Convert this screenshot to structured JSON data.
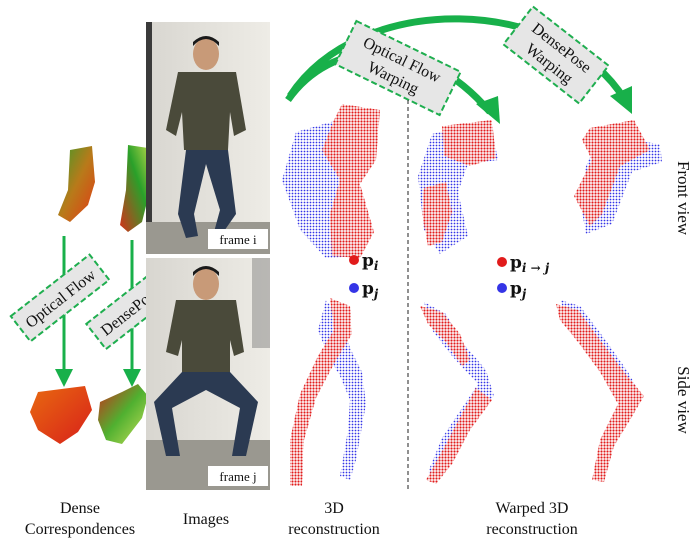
{
  "frames": {
    "top_label": "frame i",
    "bottom_label": "frame j"
  },
  "method_boxes": {
    "optical_flow_left": "Optical Flow",
    "densepose_left": "DensePose",
    "optical_flow_warping": [
      "Optical Flow",
      "Warping"
    ],
    "densepose_warping": [
      "DensePose",
      "Warping"
    ]
  },
  "legend": {
    "left": [
      {
        "symbol": "p",
        "subscript": "i",
        "color": "#e11b1b"
      },
      {
        "symbol": "p",
        "subscript": "j",
        "color": "#3434e6"
      }
    ],
    "right": [
      {
        "symbol": "p",
        "subscript": "i → j",
        "color": "#e11b1b"
      },
      {
        "symbol": "p",
        "subscript": "j",
        "color": "#3434e6"
      }
    ]
  },
  "row_labels": {
    "front": "Front view",
    "side": "Side view"
  },
  "column_captions": {
    "correspondences": [
      "Dense",
      "Correspondences"
    ],
    "images": "Images",
    "reconstruction": [
      "3D",
      "reconstruction"
    ],
    "warped": [
      "Warped 3D",
      "reconstruction"
    ]
  },
  "colors": {
    "arrow_green": "#18b04a",
    "box_fill": "#e6e6e6",
    "box_border": "#1fae4f",
    "red_points": "#e11b1b",
    "blue_points": "#3434e6"
  }
}
